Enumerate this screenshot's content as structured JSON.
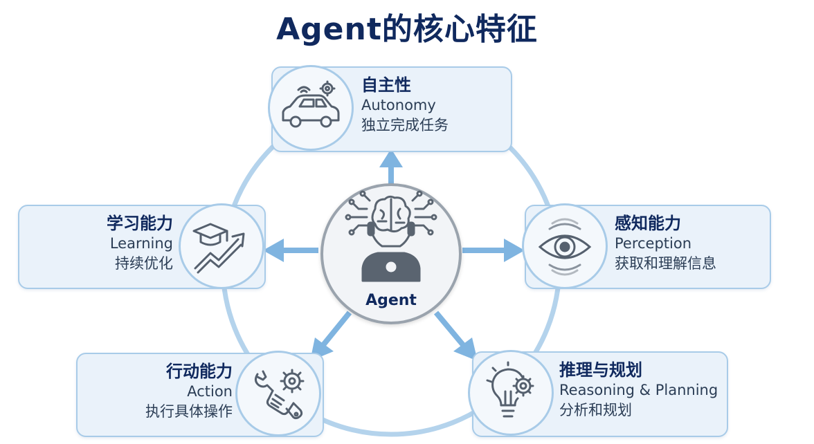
{
  "title": "Agent的核心特征",
  "center": {
    "label": "Agent",
    "icon": "robot-brain-icon"
  },
  "features": {
    "autonomy": {
      "name": "自主性",
      "en": "Autonomy",
      "zh": "独立完成任务",
      "icon": "self-driving-car-icon"
    },
    "perception": {
      "name": "感知能力",
      "en": "Perception",
      "zh": "获取和理解信息",
      "icon": "eye-icon"
    },
    "reasoning": {
      "name": "推理与规划",
      "en": "Reasoning & Planning",
      "zh": "分析和规划",
      "icon": "lightbulb-gear-icon"
    },
    "action": {
      "name": "行动能力",
      "en": "Action",
      "zh": "执行具体操作",
      "icon": "wrench-gear-icon"
    },
    "learning": {
      "name": "学习能力",
      "en": "Learning",
      "zh": "持续优化",
      "icon": "graduation-growth-icon"
    }
  },
  "colors": {
    "title": "#10295e",
    "ring": "#a8cbe8",
    "card_bg": "#eaf2fa",
    "icon": "#55606e"
  }
}
